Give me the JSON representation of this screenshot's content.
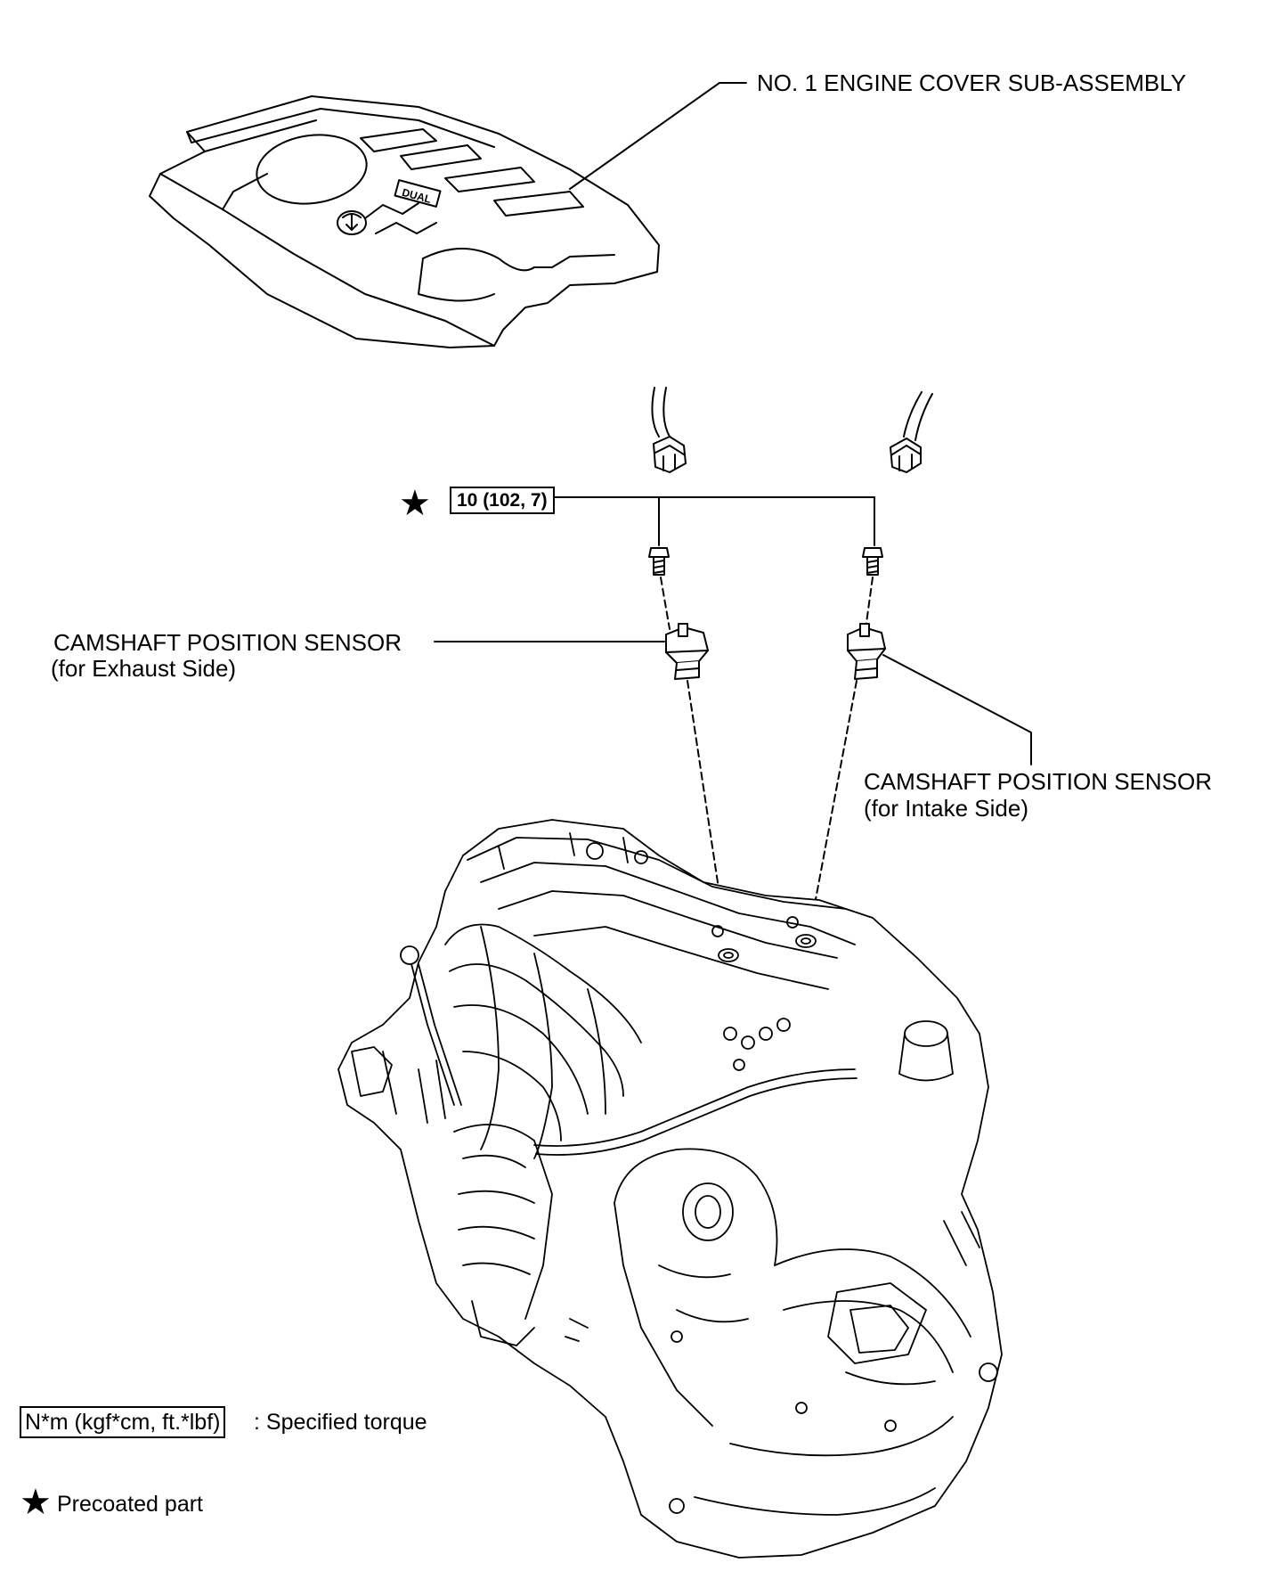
{
  "labels": {
    "engine_cover": "NO. 1 ENGINE COVER SUB-ASSEMBLY",
    "sensor_exhaust_line1": "CAMSHAFT POSITION SENSOR",
    "sensor_exhaust_line2": "(for Exhaust Side)",
    "sensor_intake_line1": "CAMSHAFT POSITION SENSOR",
    "sensor_intake_line2": "(for Intake Side)",
    "cover_emblem": "DUAL"
  },
  "torque": {
    "value": "10 (102, 7)"
  },
  "legend": {
    "torque_unit": "N*m (kgf*cm, ft.*lbf)",
    "torque_desc": ": Specified torque",
    "precoat_desc": "Precoated part"
  },
  "icons": {
    "star": "★"
  }
}
